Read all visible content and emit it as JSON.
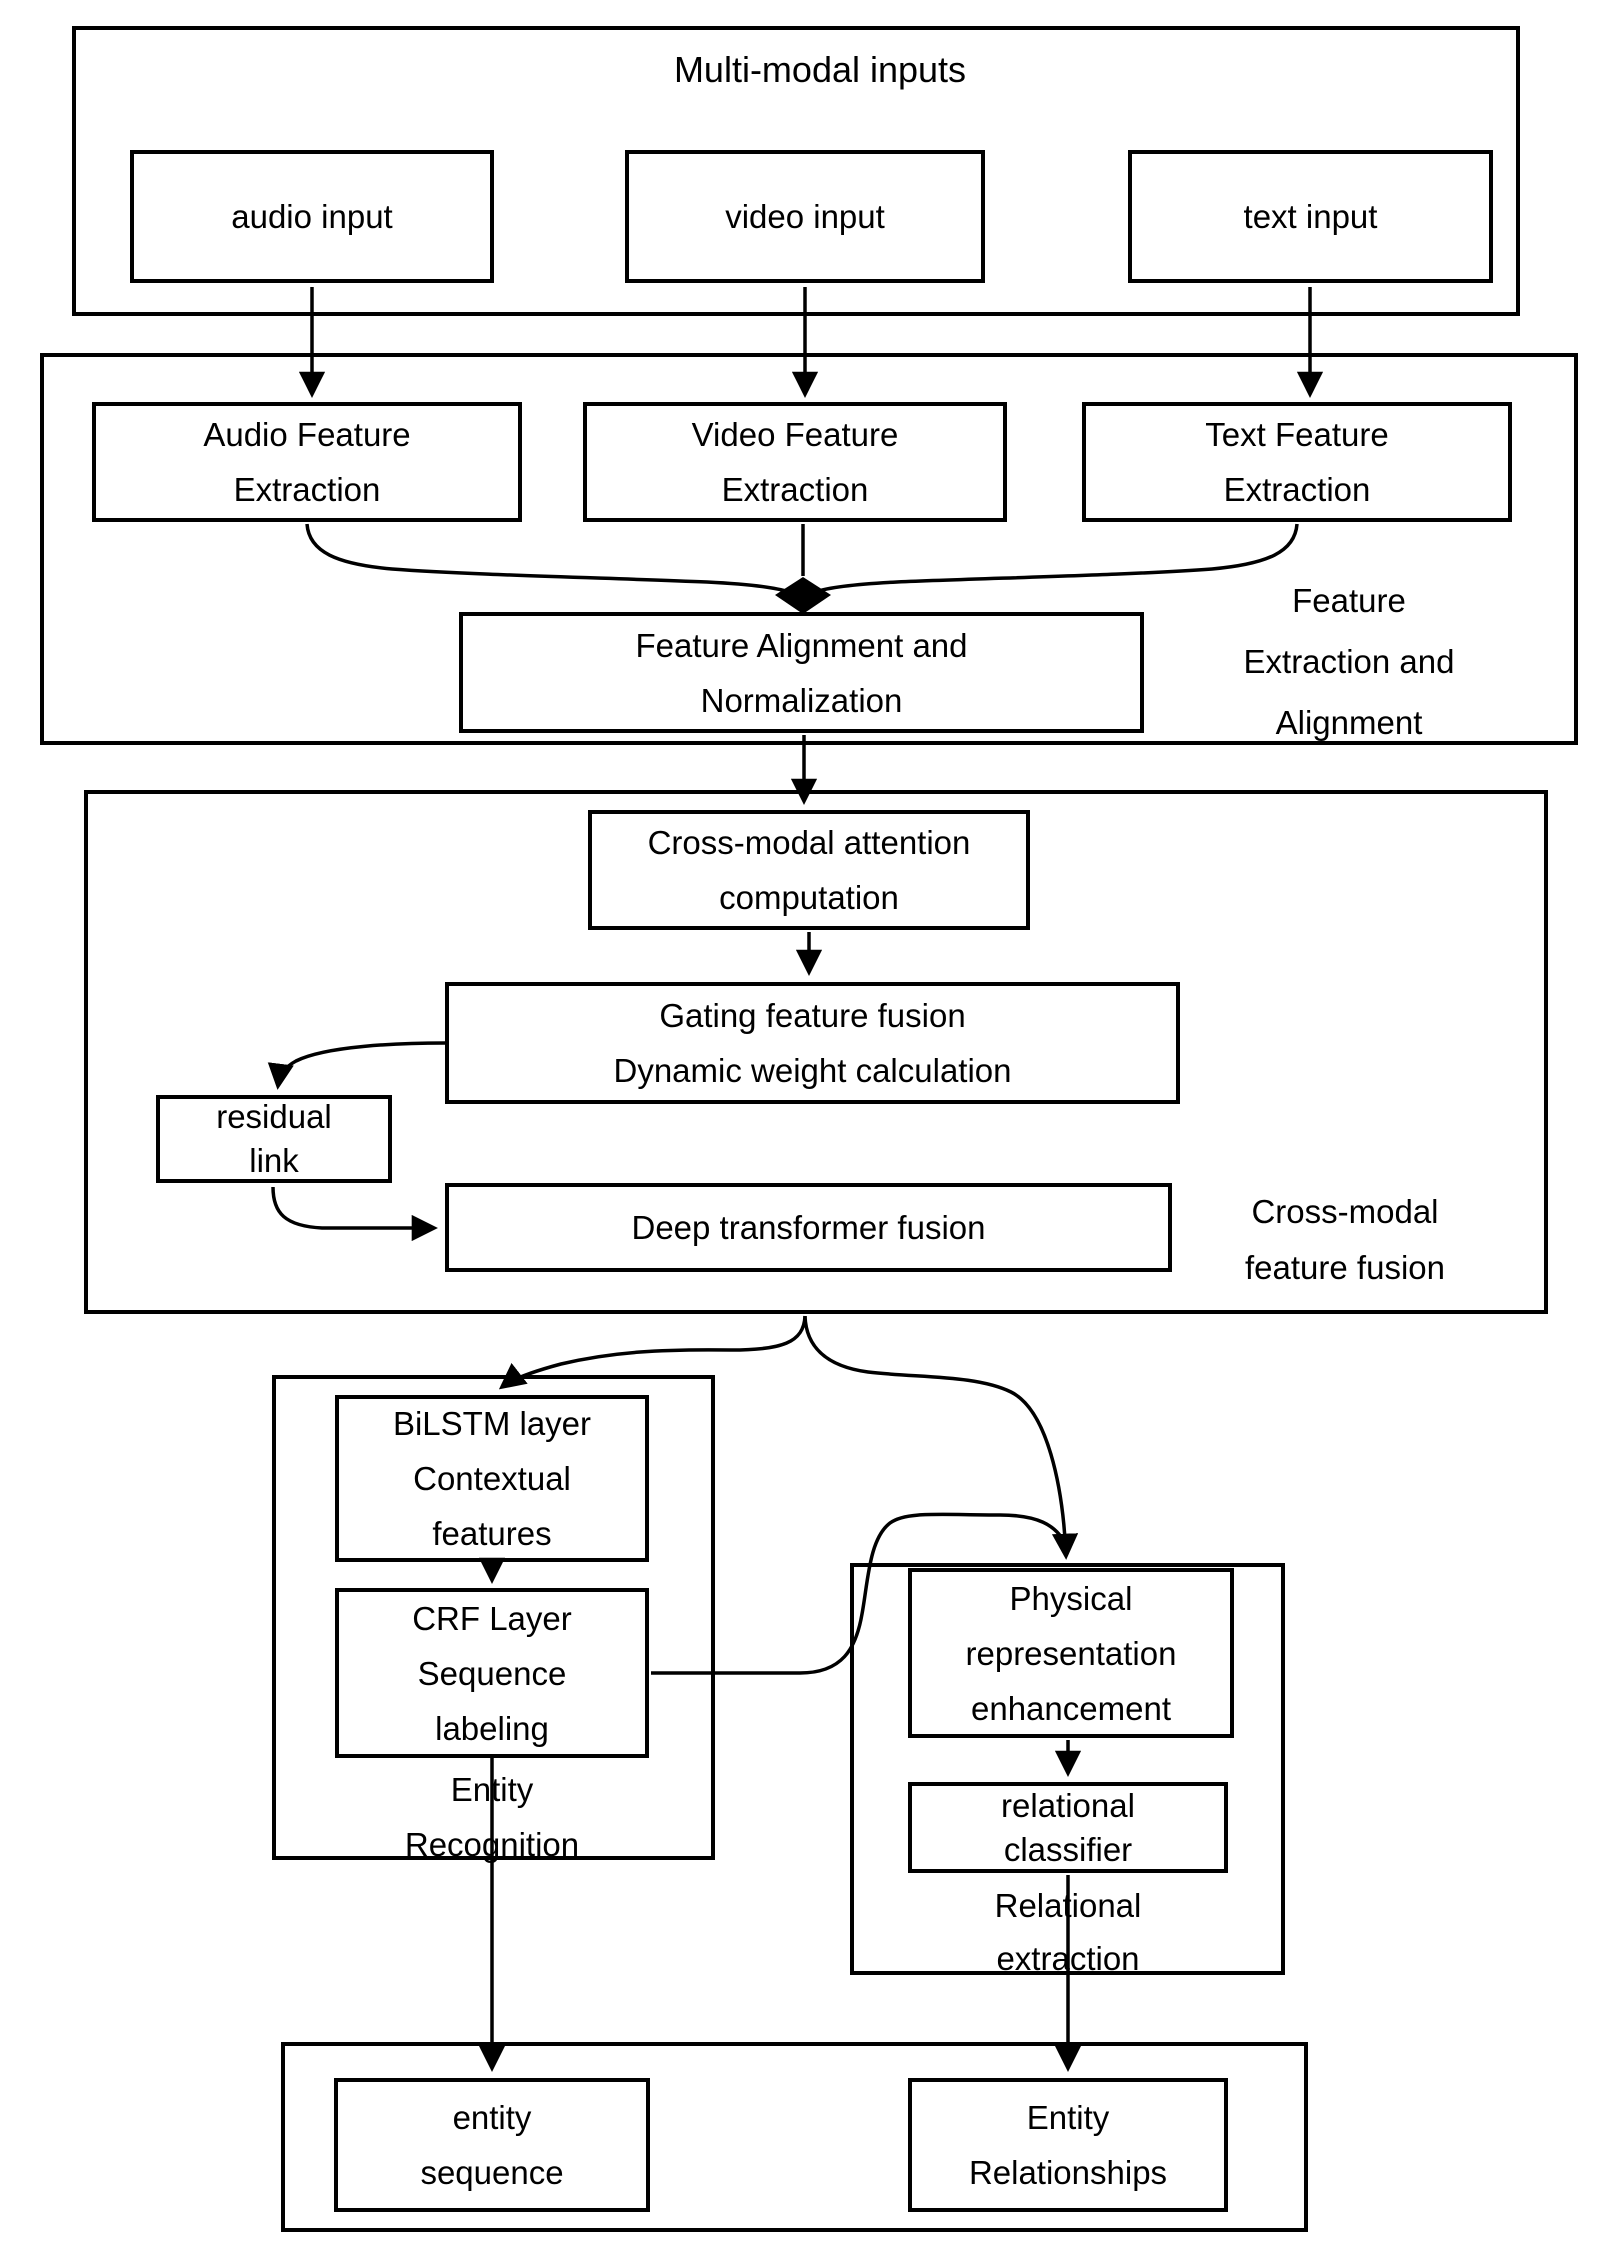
{
  "colors": {
    "ink": "#000000",
    "background": "#ffffff"
  },
  "diagram": {
    "sections": {
      "multimodal": {
        "title": "Multi-modal inputs"
      },
      "feature": {
        "label": [
          "Feature",
          "Extraction and",
          "Alignment"
        ]
      },
      "fusion": {
        "label": [
          "Cross-modal",
          "feature fusion"
        ]
      },
      "entity": {
        "label": [
          "Entity",
          "Recognition"
        ]
      },
      "relation": {
        "label": [
          "Relational",
          "extraction"
        ]
      }
    },
    "nodes": {
      "audio_input": {
        "lines": [
          "audio input"
        ]
      },
      "video_input": {
        "lines": [
          "video input"
        ]
      },
      "text_input": {
        "lines": [
          "text input"
        ]
      },
      "audio_feature": {
        "lines": [
          "Audio Feature",
          "Extraction"
        ]
      },
      "video_feature": {
        "lines": [
          "Video Feature",
          "Extraction"
        ]
      },
      "text_feature": {
        "lines": [
          "Text Feature",
          "Extraction"
        ]
      },
      "feature_alignment": {
        "lines": [
          "Feature Alignment and",
          "Normalization"
        ]
      },
      "cross_attention": {
        "lines": [
          "Cross-modal attention",
          "computation"
        ]
      },
      "gating_fusion": {
        "lines": [
          "Gating feature fusion",
          "Dynamic weight calculation"
        ]
      },
      "residual_link": {
        "lines": [
          "residual",
          "link"
        ]
      },
      "deep_transformer": {
        "lines": [
          "Deep transformer fusion"
        ]
      },
      "bilstm": {
        "lines": [
          "BiLSTM layer",
          "Contextual",
          "features"
        ]
      },
      "crf": {
        "lines": [
          "CRF Layer",
          "Sequence",
          "labeling"
        ]
      },
      "physical": {
        "lines": [
          "Physical",
          "representation",
          "enhancement"
        ]
      },
      "relational_classifier": {
        "lines": [
          "relational",
          "classifier"
        ]
      },
      "entity_sequence": {
        "lines": [
          "entity",
          "sequence"
        ]
      },
      "entity_relationships": {
        "lines": [
          "Entity",
          "Relationships"
        ]
      }
    }
  }
}
